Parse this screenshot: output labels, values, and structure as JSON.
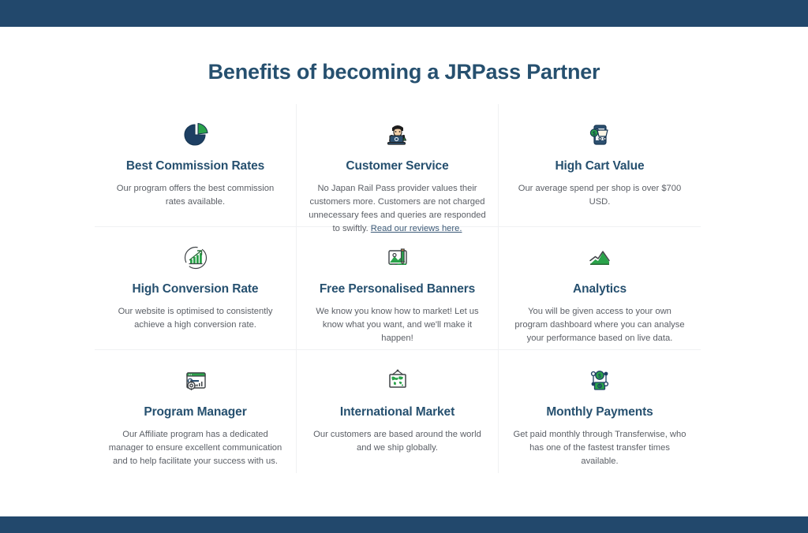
{
  "theme": {
    "bar_color": "#22486c",
    "heading_color": "#26506f",
    "body_color": "#5b5f66",
    "accent_green": "#2aa34a",
    "divider_color": "#f0f1f3"
  },
  "header": {
    "title": "Benefits of becoming a JRPass Partner"
  },
  "benefits": [
    {
      "icon": "pie-chart-icon",
      "title": "Best Commission Rates",
      "description": "Our program offers the best commission rates available."
    },
    {
      "icon": "customer-service-agent-icon",
      "title": "Customer Service",
      "description": "No Japan Rail Pass provider values their customers more. Customers are not charged unnecessary fees and queries are responded to swiftly.",
      "link_label": "Read our reviews here."
    },
    {
      "icon": "mobile-shopping-cart-icon",
      "title": "High Cart Value",
      "description": "Our average spend per shop is over $700 USD."
    },
    {
      "icon": "bar-chart-growth-icon",
      "title": "High Conversion Rate",
      "description": "Our website is optimised to consistently achieve a high conversion rate."
    },
    {
      "icon": "image-banner-pencil-icon",
      "title": "Free Personalised Banners",
      "description": "We know you know how to market! Let us know what you want, and we'll make it happen!"
    },
    {
      "icon": "area-chart-icon",
      "title": "Analytics",
      "description": "You will be given access to your own program dashboard where you can analyse your performance based on live data."
    },
    {
      "icon": "browser-wrench-gear-icon",
      "title": "Program Manager",
      "description": "Our Affiliate program has a dedicated manager to ensure excellent communication and to help facilitate your success with us."
    },
    {
      "icon": "framed-world-map-icon",
      "title": "International Market",
      "description": "Our customers are based around the world and we ship globally."
    },
    {
      "icon": "money-transfer-network-icon",
      "title": "Monthly Payments",
      "description": "Get paid monthly through Transferwise, who has one of the fastest transfer times available."
    }
  ]
}
